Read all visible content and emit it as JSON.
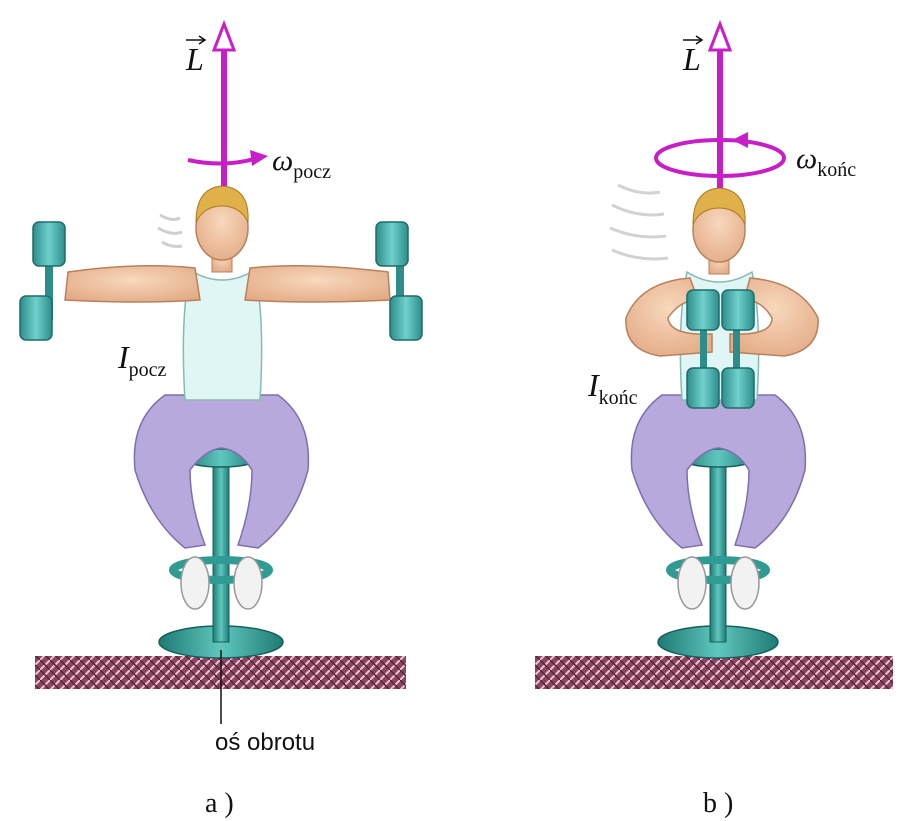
{
  "panel_a": {
    "vector_symbol": "L",
    "omega_symbol": "ω",
    "omega_sub": "pocz",
    "inertia_symbol": "I",
    "inertia_sub": "pocz",
    "axis_label": "oś obrotu",
    "caption": "a )"
  },
  "panel_b": {
    "vector_symbol": "L",
    "omega_symbol": "ω",
    "omega_sub": "końc",
    "inertia_symbol": "I",
    "inertia_sub": "końc",
    "caption": "b )"
  },
  "colors": {
    "vector": "#c81ec8",
    "shirt": "#dff6f4",
    "pants": "#b7a9dc",
    "skin": "#f3c9a8",
    "hair": "#e0b04a",
    "dumbbell": "#3aa9a6",
    "stool": "#2f9b93",
    "floor": "#7a3550"
  }
}
